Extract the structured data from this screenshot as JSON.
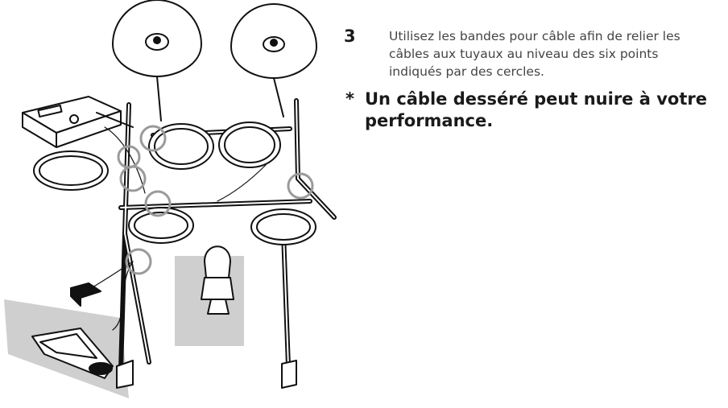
{
  "instructions": {
    "step_number": "3",
    "step_text": "Utilisez les bandes pour câble afin de relier les câbles aux tuyaux au niveau des six points indiqués par des cercles.",
    "note_marker": "*",
    "note_text": "Un câble desséré peut nuire à votre performance."
  },
  "illustration": {
    "subject": "electronic-drum-kit",
    "circled_points": 6,
    "highlight_color": "#cfcfcf",
    "circle_color": "#9a9a9a",
    "line_color": "#111111"
  }
}
